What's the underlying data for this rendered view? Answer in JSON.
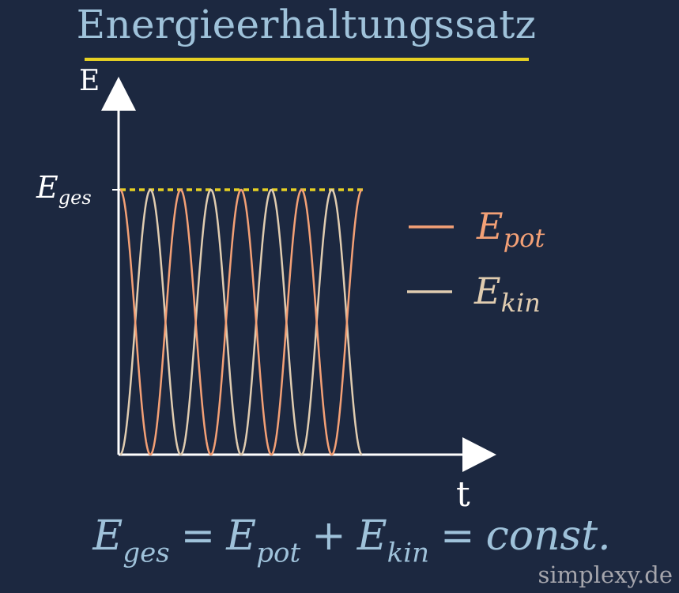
{
  "title": "Energieerhaltungssatz",
  "colors": {
    "background": "#1c2840",
    "title": "#9fc2da",
    "underline": "#e6d023",
    "axis": "#ffffff",
    "e_pot": "#f3a076",
    "e_kin": "#e0ccb0",
    "total": "#e6d023"
  },
  "chart_data": {
    "type": "line",
    "xlabel": "t",
    "ylabel": "E",
    "ytick_label_main": "E",
    "ytick_label_sub": "ges",
    "ylim": [
      0,
      1
    ],
    "x_periods": 4,
    "total_level": 1,
    "series": [
      {
        "key": "e_pot",
        "name_main": "E",
        "name_sub": "pot",
        "function": "cos^2",
        "color": "#f3a076"
      },
      {
        "key": "e_kin",
        "name_main": "E",
        "name_sub": "kin",
        "function": "sin^2",
        "color": "#e0ccb0"
      }
    ],
    "legend_position": "right",
    "grid": false
  },
  "formula": {
    "lhs_main": "E",
    "lhs_sub": "ges",
    "eq1": "=",
    "t1_main": "E",
    "t1_sub": "pot",
    "plus": "+",
    "t2_main": "E",
    "t2_sub": "kin",
    "eq2": "=",
    "rhs": "const."
  },
  "watermark": "simplexy.de"
}
